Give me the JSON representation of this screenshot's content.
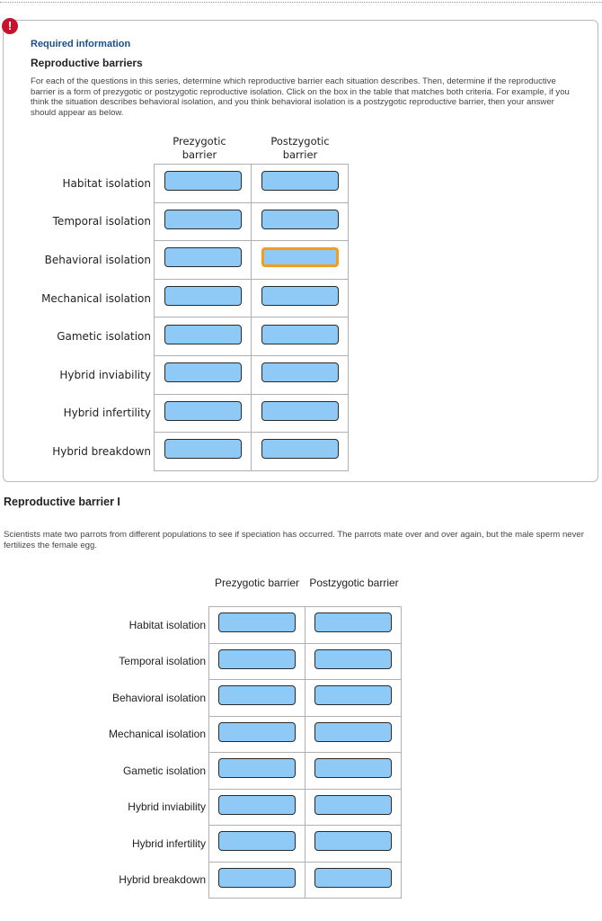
{
  "header": {
    "required_label": "Required information",
    "section_title": "Reproductive barriers",
    "instructions": "For each of the questions in this series, determine which reproductive barrier each situation describes. Then, determine if the reproductive barrier is a form of prezygotic or postzygotic reproductive isolation. Click on the box in the table that matches both criteria. For example, if you think the situation describes behavioral isolation, and you think behavioral isolation is a postzygotic reproductive barrier, then your answer should appear as below."
  },
  "columns": {
    "prezygotic": "Prezygotic barrier",
    "postzygotic": "Postzygotic barrier"
  },
  "rows": [
    "Habitat isolation",
    "Temporal isolation",
    "Behavioral isolation",
    "Mechanical isolation",
    "Gametic isolation",
    "Hybrid inviability",
    "Hybrid infertility",
    "Hybrid breakdown"
  ],
  "example_selected": {
    "row": "Behavioral isolation",
    "column": "Postzygotic barrier"
  },
  "question": {
    "title": "Reproductive barrier I",
    "text": "Scientists mate two parrots from different populations to see if speciation has occurred. The parrots mate over and over again, but the male sperm never fertilizes the female egg."
  },
  "colors": {
    "box_fill": "#8fc9f5",
    "selected_border": "#f59c1a",
    "alert": "#c4122f",
    "required_text": "#1c4e8a"
  },
  "icons": {
    "alert": "exclamation-icon"
  }
}
